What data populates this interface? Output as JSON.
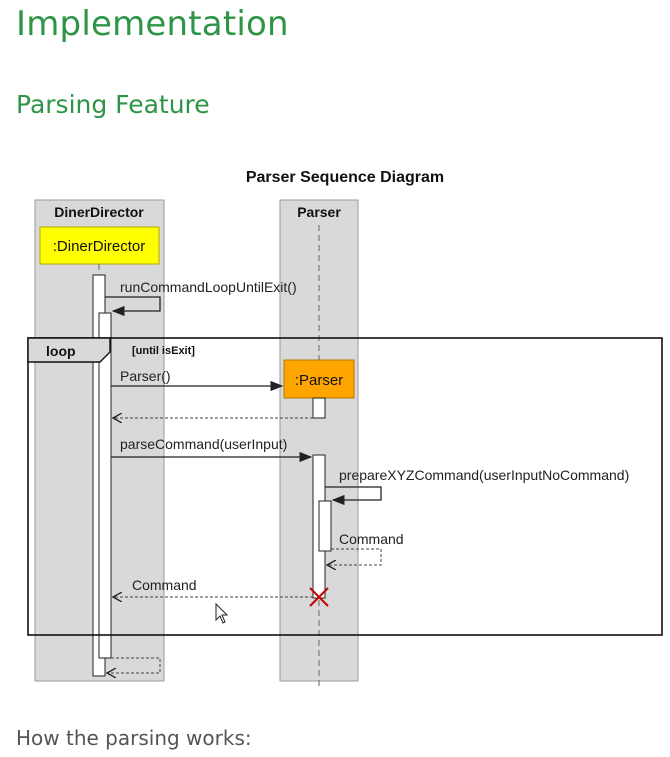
{
  "page": {
    "title": "Implementation",
    "section_title": "Parsing Feature",
    "paragraph": "How the parsing works:"
  },
  "diagram": {
    "title": "Parser Sequence Diagram",
    "participants": [
      {
        "header": "DinerDirector",
        "instance": ":DinerDirector",
        "instance_color": "#ffff00"
      },
      {
        "header": "Parser",
        "instance": ":Parser",
        "instance_color": "#ffa500"
      }
    ],
    "fragment": {
      "operator": "loop",
      "guard": "[until isExit]"
    },
    "messages": {
      "self_call": "runCommandLoopUntilExit()",
      "create": "Parser()",
      "call": "parseCommand(userInput)",
      "parser_self_call": "prepareXYZCommand(userInputNoCommand)",
      "parser_self_return": "Command",
      "return_to_director": "Command"
    },
    "colors": {
      "lifeline_box": "#d9d9d9",
      "destroy_marker": "#cc0000"
    }
  }
}
